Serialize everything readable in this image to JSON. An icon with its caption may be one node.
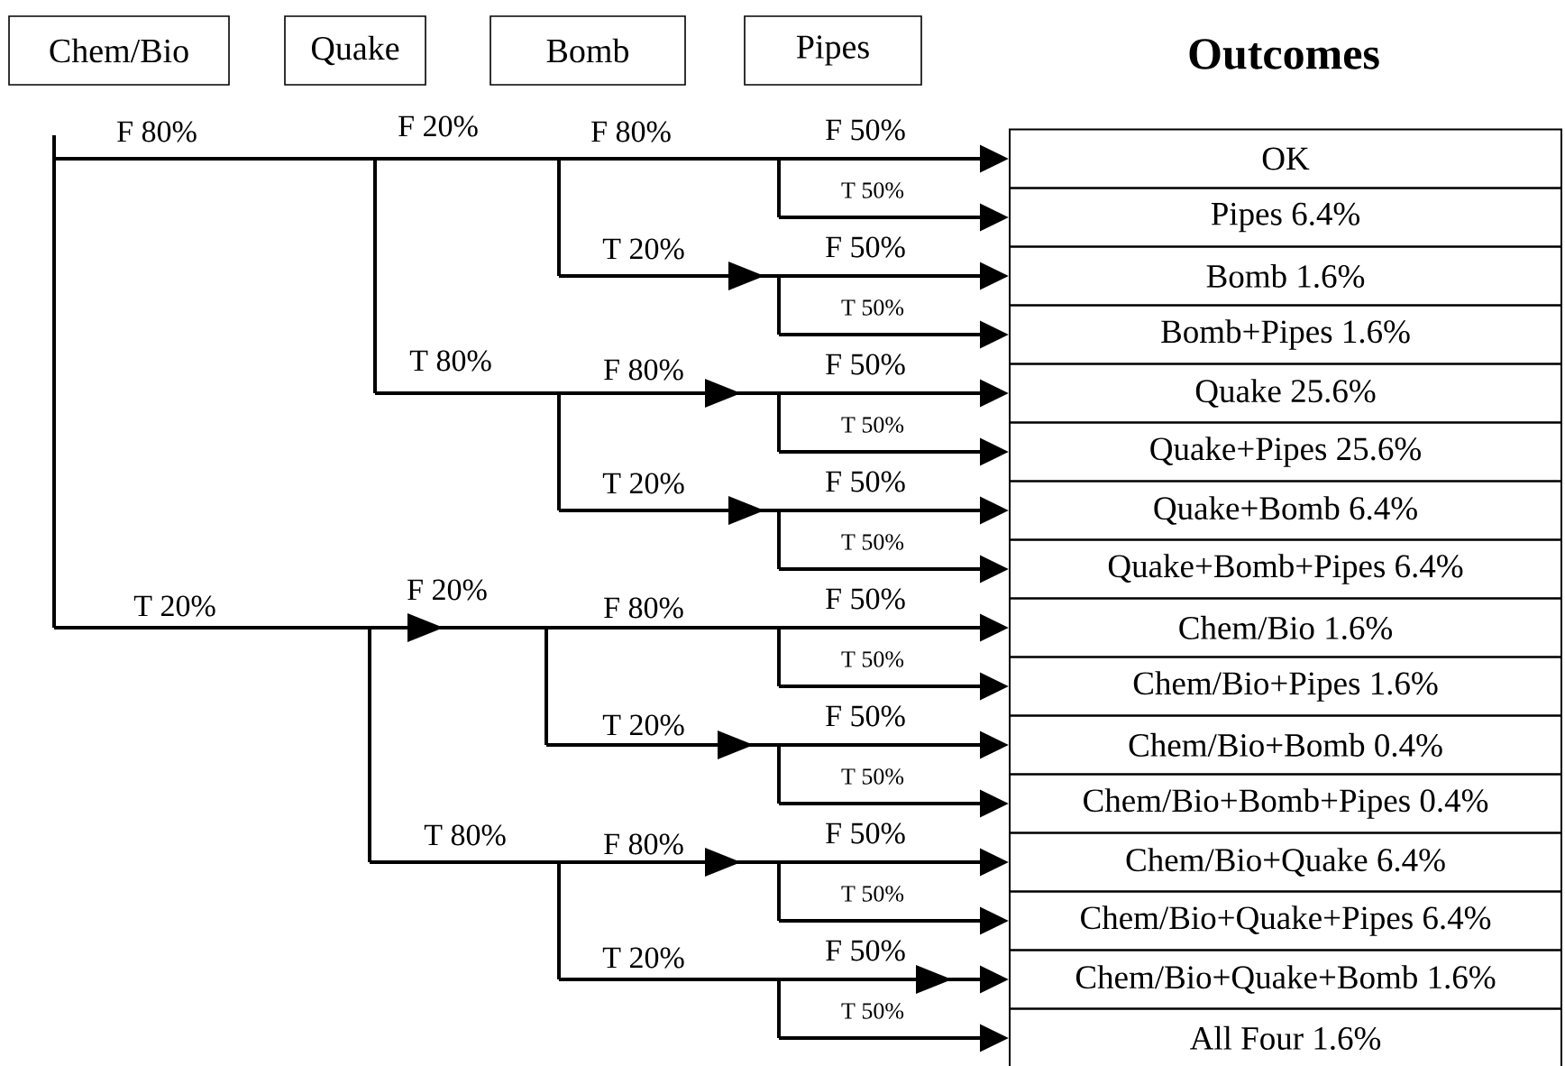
{
  "diagram": {
    "nodes": [
      {
        "text": [
          "Chem/Bio"
        ]
      },
      {
        "text": [
          "Quake"
        ]
      },
      {
        "text": [
          "Bomb"
        ]
      },
      {
        "text": [
          "Pipes"
        ]
      },
      {
        "text": [
          "OK"
        ]
      },
      {
        "text": [
          "Pipes  6.4%"
        ]
      },
      {
        "text": [
          "Bomb 1.6%"
        ]
      },
      {
        "text": [
          "Bomb+Pipes 1.6%"
        ]
      },
      {
        "text": [
          "Quake 25.6%"
        ]
      },
      {
        "text": [
          "Quake+Pipes 25.6%"
        ]
      },
      {
        "text": [
          "Quake+Bomb  6.4%"
        ]
      },
      {
        "text": [
          "Quake+Bomb+Pipes 6.4%"
        ]
      },
      {
        "text": [
          "Chem/Bio 1.6%"
        ]
      },
      {
        "text": [
          "Chem/Bio+Pipes 1.6%"
        ]
      },
      {
        "text": [
          "Chem/Bio+Bomb 0.4%"
        ]
      },
      {
        "text": [
          "Chem/Bio+Bomb+Pipes 0.4%"
        ]
      },
      {
        "text": [
          "Chem/Bio+Quake  6.4%"
        ]
      },
      {
        "text": [
          "Chem/Bio+Quake+Pipes 6.4%"
        ]
      },
      {
        "text": [
          "Chem/Bio+Quake+Bomb 1.6%"
        ]
      },
      {
        "text": [
          "All Four 1.6%"
        ]
      }
    ],
    "edges": [
      {
        "from": null,
        "to": 4,
        "arrow": "to",
        "label": "F 50%"
      },
      {
        "from": null,
        "to": 5,
        "arrow": "to",
        "label": "T 50%"
      },
      {
        "from": null,
        "to": 6,
        "arrow": "to",
        "label": "F 50%"
      },
      {
        "from": null,
        "to": 7,
        "arrow": "to",
        "label": "T 50%"
      },
      {
        "from": null,
        "to": 8,
        "arrow": "to",
        "label": "F 50%"
      },
      {
        "from": null,
        "to": 9,
        "arrow": "to",
        "label": "T 50%"
      },
      {
        "from": null,
        "to": 10,
        "arrow": "to",
        "label": "F 50%"
      },
      {
        "from": null,
        "to": 11,
        "arrow": "to",
        "label": "T 50%"
      },
      {
        "from": null,
        "to": 12,
        "arrow": "to",
        "label": "F 50%"
      },
      {
        "from": null,
        "to": 13,
        "arrow": "to",
        "label": "T 50%"
      },
      {
        "from": null,
        "to": 14,
        "arrow": "to",
        "label": "F 50%"
      },
      {
        "from": null,
        "to": 15,
        "arrow": "to",
        "label": "T 50%"
      },
      {
        "from": null,
        "to": 16,
        "arrow": "to",
        "label": "F 50%"
      },
      {
        "from": null,
        "to": 17,
        "arrow": "to",
        "label": "T 50%"
      },
      {
        "from": null,
        "to": 18,
        "arrow": "to",
        "label": "F 50%"
      },
      {
        "from": null,
        "to": 19,
        "arrow": "to",
        "label": "T 50%"
      }
    ],
    "labels": [
      "Outcomes",
      "F 80%",
      "F 20%",
      "F 80%",
      "T 20%",
      "T 80%",
      "F 80%",
      "T 20%",
      "T  20%",
      "F 20%",
      "F 80%",
      "T 20%",
      "T 80%",
      "F 80%",
      "T 20%"
    ]
  }
}
